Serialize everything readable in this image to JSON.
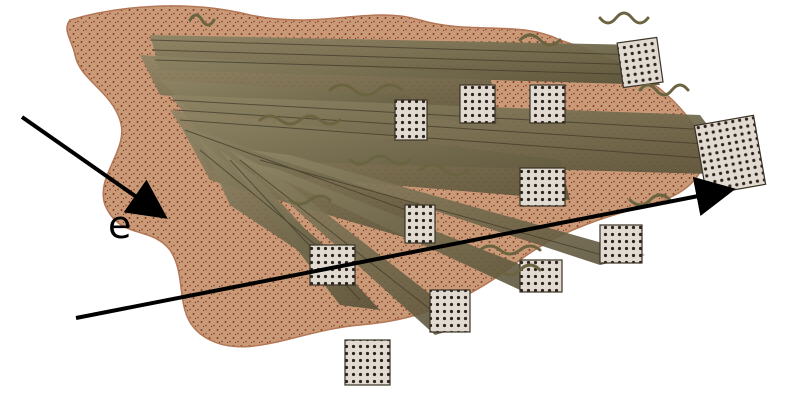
{
  "image_kind": "diagram",
  "subject_colors": {
    "ground_substance": "#c58b6b",
    "ground_speckle": "#8a3a24",
    "collagen_bundle": "#7b7154",
    "bundle_dark": "#4d4531",
    "bundle_end": "#d7d1c7",
    "fibril_dots": "#2d2420",
    "fibers": "#6b6440",
    "arrow": "#000000"
  },
  "labels": {
    "partial_label": "e"
  },
  "arrows": [
    {
      "name": "arrow-to-ground-substance"
    },
    {
      "name": "arrow-to-fiber-bundle"
    }
  ]
}
